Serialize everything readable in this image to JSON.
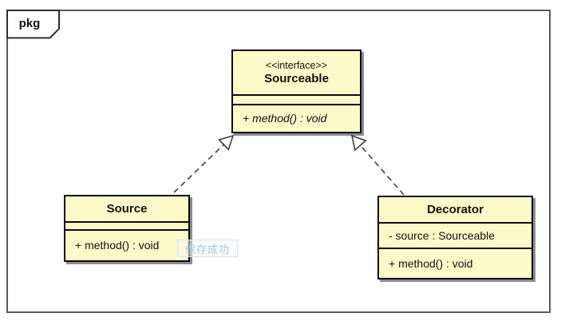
{
  "frame": {
    "tab_label": "pkg"
  },
  "colors": {
    "class_fill": "#FBFBC9",
    "class_border": "#0A0A0A",
    "frame_border": "#5A5A5A",
    "connector": "#3D3D3D",
    "toast_text": "#A6C9DD"
  },
  "classes": [
    {
      "stereotype": "<<interface>>",
      "name": "Sourceable",
      "attributes": [],
      "operations": [
        "+ method() : void"
      ],
      "abstract_operations": true
    },
    {
      "name": "Source",
      "attributes": [],
      "operations": [
        "+ method() : void"
      ]
    },
    {
      "name": "Decorator",
      "attributes": [
        "- source : Sourceable"
      ],
      "operations": [
        "+ method() : void"
      ]
    }
  ],
  "relations": [
    {
      "type": "realization",
      "from": "Source",
      "to": "Sourceable",
      "line_style": "dashed",
      "arrowhead": "hollow-triangle"
    },
    {
      "type": "realization",
      "from": "Decorator",
      "to": "Sourceable",
      "line_style": "dashed",
      "arrowhead": "hollow-triangle"
    }
  ],
  "toast": {
    "text": "保存成功"
  }
}
